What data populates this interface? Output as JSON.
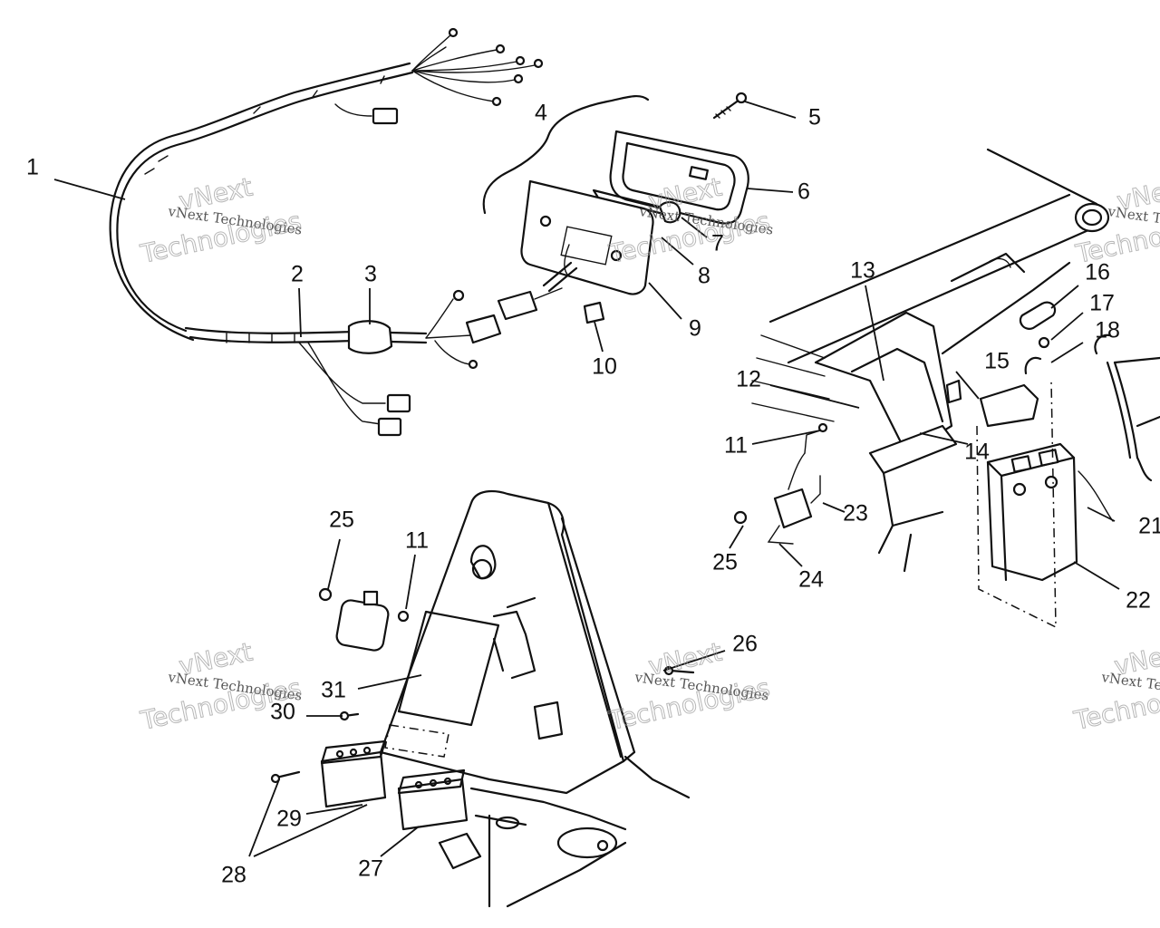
{
  "watermark": {
    "small": "vNext Technologies",
    "large_1": "vNext",
    "large_2": "Technologies"
  },
  "callouts": [
    {
      "id": "1",
      "label": "1"
    },
    {
      "id": "2",
      "label": "2"
    },
    {
      "id": "3",
      "label": "3"
    },
    {
      "id": "4",
      "label": "4"
    },
    {
      "id": "5",
      "label": "5"
    },
    {
      "id": "6",
      "label": "6"
    },
    {
      "id": "7",
      "label": "7"
    },
    {
      "id": "8",
      "label": "8"
    },
    {
      "id": "9",
      "label": "9"
    },
    {
      "id": "10",
      "label": "10"
    },
    {
      "id": "11a",
      "label": "11"
    },
    {
      "id": "11b",
      "label": "11"
    },
    {
      "id": "12",
      "label": "12"
    },
    {
      "id": "13",
      "label": "13"
    },
    {
      "id": "14",
      "label": "14"
    },
    {
      "id": "15",
      "label": "15"
    },
    {
      "id": "16",
      "label": "16"
    },
    {
      "id": "17",
      "label": "17"
    },
    {
      "id": "18",
      "label": "18"
    },
    {
      "id": "21",
      "label": "21"
    },
    {
      "id": "22",
      "label": "22"
    },
    {
      "id": "23",
      "label": "23"
    },
    {
      "id": "24",
      "label": "24"
    },
    {
      "id": "25a",
      "label": "25"
    },
    {
      "id": "25b",
      "label": "25"
    },
    {
      "id": "26",
      "label": "26"
    },
    {
      "id": "27",
      "label": "27"
    },
    {
      "id": "28",
      "label": "28"
    },
    {
      "id": "29",
      "label": "29"
    },
    {
      "id": "30",
      "label": "30"
    },
    {
      "id": "31",
      "label": "31"
    }
  ]
}
